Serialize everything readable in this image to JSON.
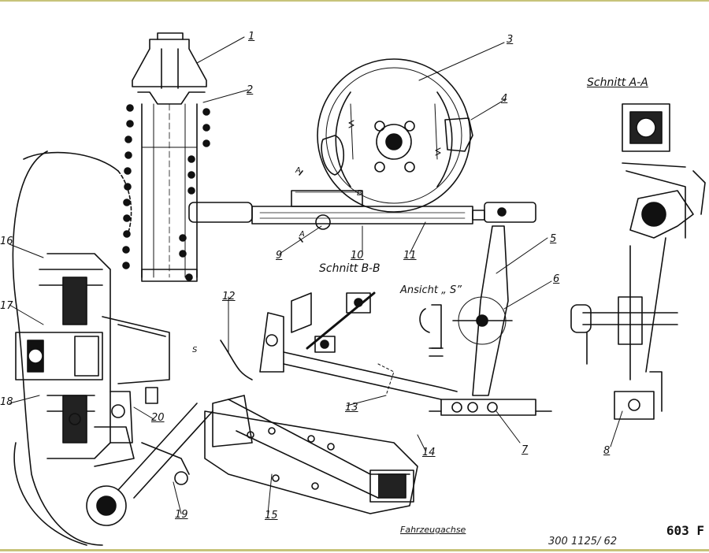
{
  "drawing": {
    "callouts": [
      "1",
      "2",
      "3",
      "4",
      "5",
      "6",
      "7",
      "8",
      "9",
      "10",
      "11",
      "12",
      "13",
      "14",
      "15",
      "16",
      "17",
      "18",
      "19",
      "20"
    ],
    "section_labels": {
      "section_a": "Schnitt A-A",
      "section_b": "Schnitt B-B",
      "view_s": "Ansicht „ S”"
    },
    "title_text": "Fahrzeugachse",
    "sheet_number": "603 F",
    "document_number": "300 1125/ 62",
    "small_marks": [
      "A",
      "A",
      "S",
      "B"
    ]
  },
  "colors": {
    "ink": "#111111",
    "paper": "#ffffff",
    "frame": "#c7c37a"
  }
}
